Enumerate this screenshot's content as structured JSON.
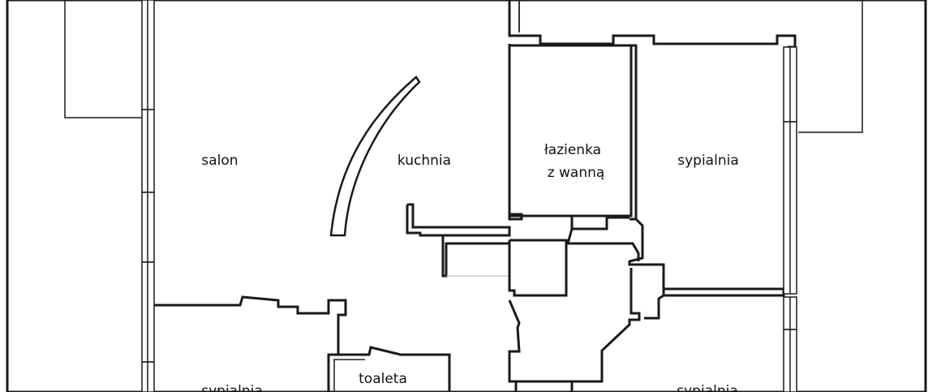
{
  "rooms": {
    "salon": "salon",
    "kuchnia": "kuchnia",
    "bathroom_line1": "łazienka",
    "bathroom_line2": "z wanną",
    "bedroom_upper_right": "sypialnia",
    "bedroom_lower_right": "sypialnia",
    "bedroom_lower_left": "sypialnia",
    "toilet": "toaleta"
  }
}
